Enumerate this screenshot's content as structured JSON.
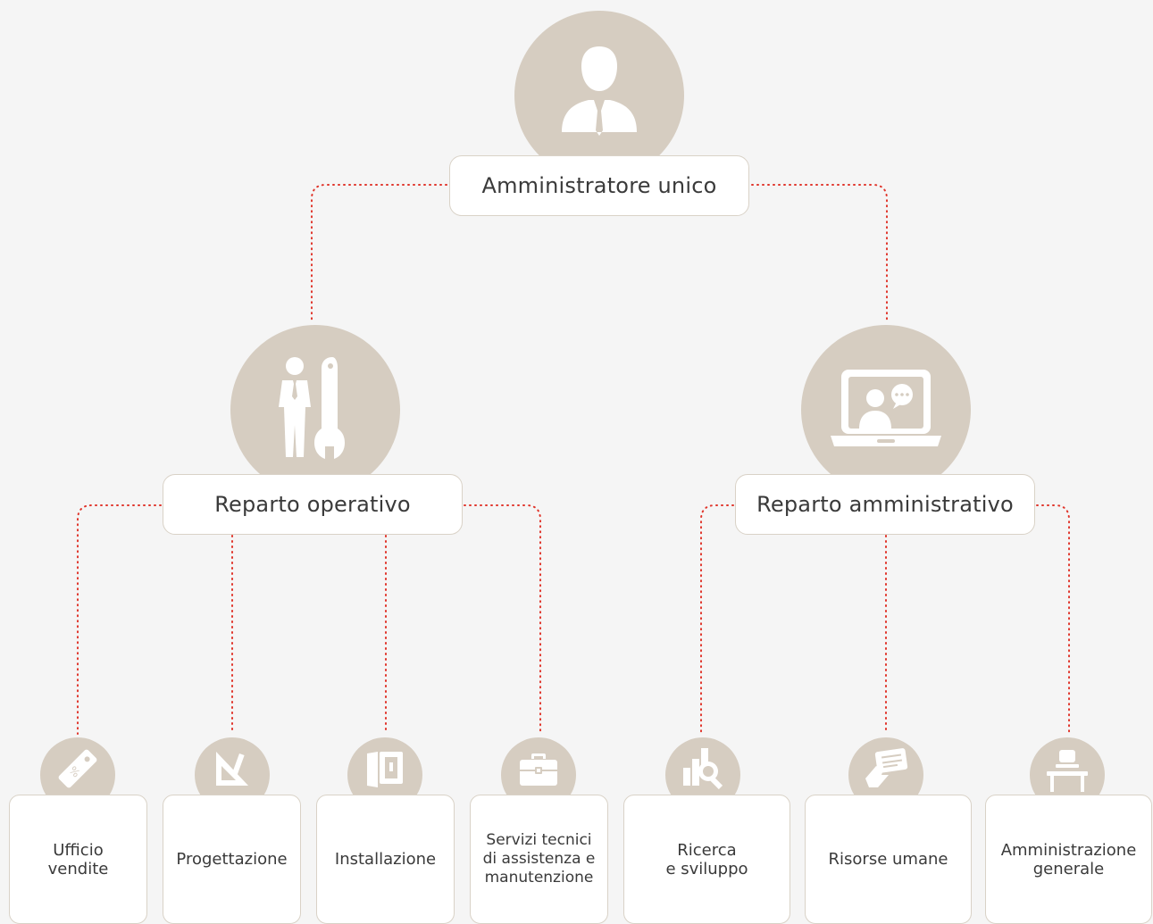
{
  "colors": {
    "background": "#f5f5f5",
    "circle": "#d6cdc1",
    "icon": "#ffffff",
    "connector": "#e0352b",
    "box_border": "#d9d2c7"
  },
  "root": {
    "label": "Amministratore unico",
    "icon": "businessman-icon"
  },
  "departments": [
    {
      "label": "Reparto operativo",
      "icon": "worker-wrench-icon"
    },
    {
      "label": "Reparto amministrativo",
      "icon": "laptop-video-call-icon"
    }
  ],
  "leaves": [
    {
      "label": "Ufficio\nvendite",
      "icon": "discount-tag-icon"
    },
    {
      "label": "Progettazione",
      "icon": "set-square-ruler-icon"
    },
    {
      "label": "Installazione",
      "icon": "door-panel-icon"
    },
    {
      "label": "Servizi tecnici\ndi assistenza e\nmanutenzione",
      "icon": "toolbox-icon"
    },
    {
      "label": "Ricerca\ne sviluppo",
      "icon": "chart-magnifier-icon"
    },
    {
      "label": "Risorse umane",
      "icon": "hand-card-icon"
    },
    {
      "label": "Amministrazione\ngenerale",
      "icon": "desk-chair-icon"
    }
  ]
}
